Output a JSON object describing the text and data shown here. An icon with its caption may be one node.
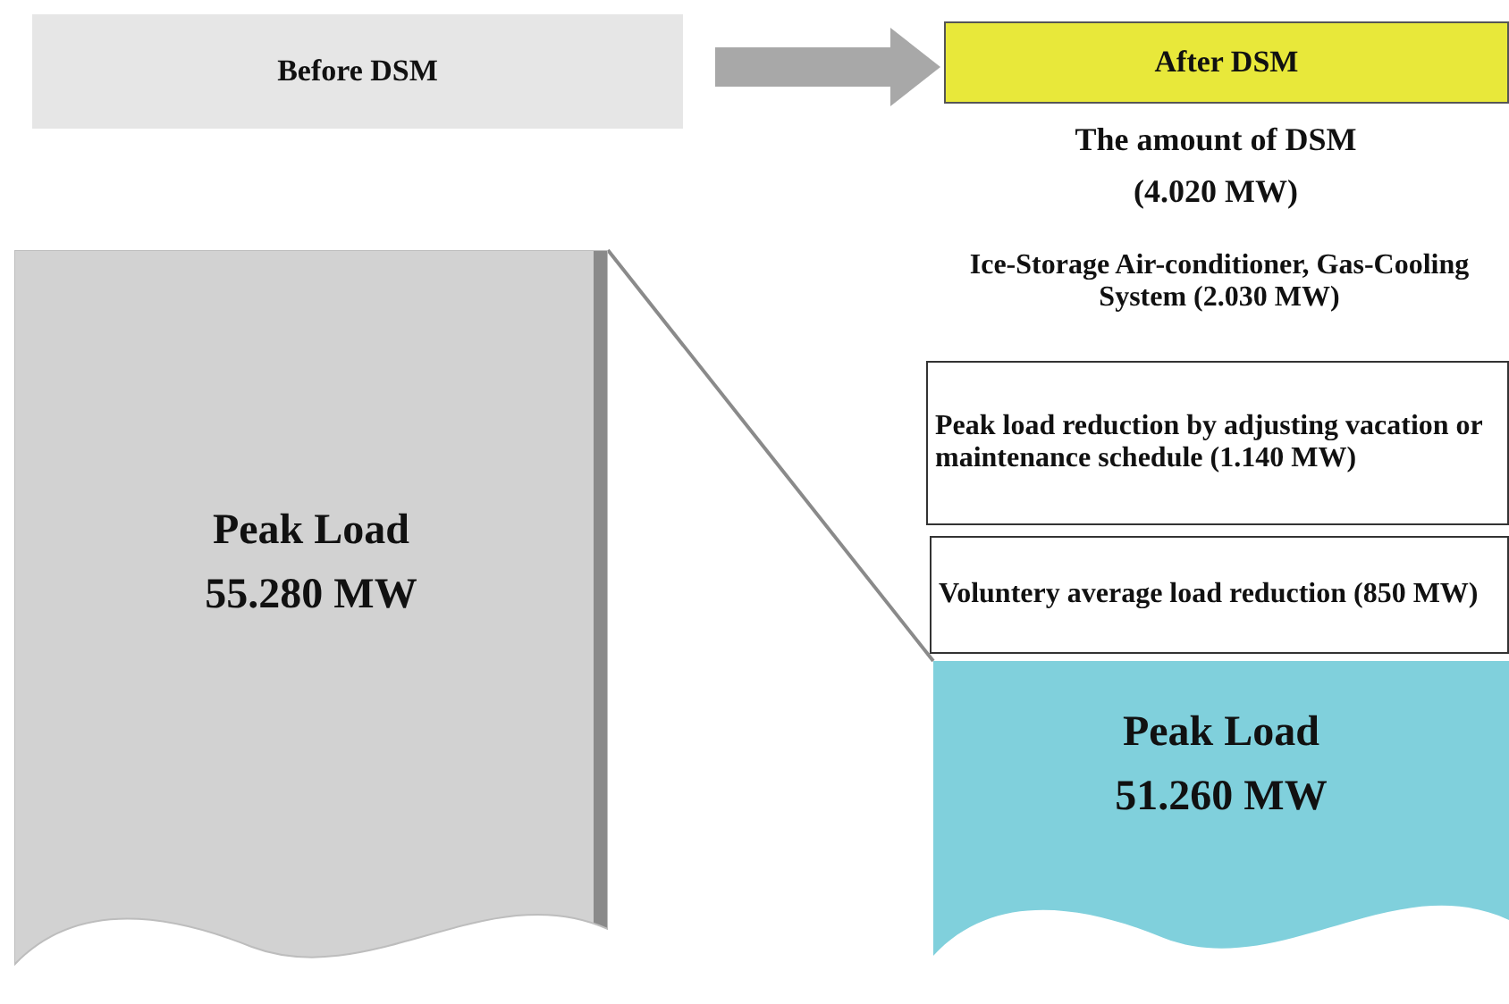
{
  "diagram": {
    "nodes": [
      {
        "text": [
          "Before DSM"
        ]
      },
      {
        "text": [
          "After DSM"
        ]
      },
      {
        "text": [
          "Peak Load 55.280 MW"
        ]
      },
      {
        "text": [
          "The amount of DSM (4.020 MW)"
        ]
      },
      {
        "text": [
          "Ice-Storage Air-conditioner, Gas-Cooling System (2.030 MW)"
        ],
        "in": 3
      },
      {
        "text": [
          "Peak load reduction by adjusting vacation or maintenance schedule (1.140 MW)"
        ],
        "in": 3
      },
      {
        "text": [
          "Voluntery average load reduction (850 MW)"
        ],
        "in": 3
      },
      {
        "text": [
          "Peak Load 51.260 MW"
        ]
      }
    ],
    "edges": [
      {
        "from": 0,
        "to": 1,
        "arrow": "to",
        "style": "thick"
      },
      {
        "from": 2,
        "to": 3,
        "arrow": "none"
      }
    ]
  }
}
